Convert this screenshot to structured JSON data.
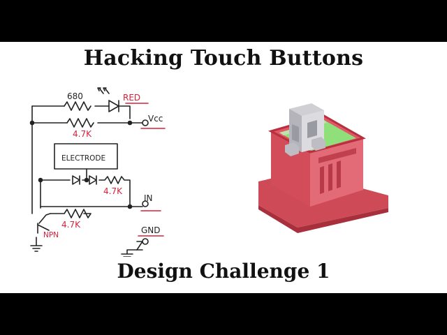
{
  "slide": {
    "title": "Hacking Touch Buttons",
    "subtitle": "Design Challenge 1"
  },
  "schematic": {
    "resistor_top": "680",
    "led_label": "RED",
    "vcc_label": "Vcc",
    "resistor_mid": "4.7K",
    "electrode_label": "ELECTRODE",
    "resistor_right": "4.7K",
    "in_label": "IN",
    "resistor_bottom": "4.7K",
    "npn_label": "NPN",
    "gnd_label": "GND"
  },
  "colors": {
    "ink": "#222222",
    "red_annotation": "#d8203a",
    "enclosure_red": "#d9505e",
    "pcb_green": "#8fe07a",
    "connector_gray": "#c8c8cc"
  }
}
